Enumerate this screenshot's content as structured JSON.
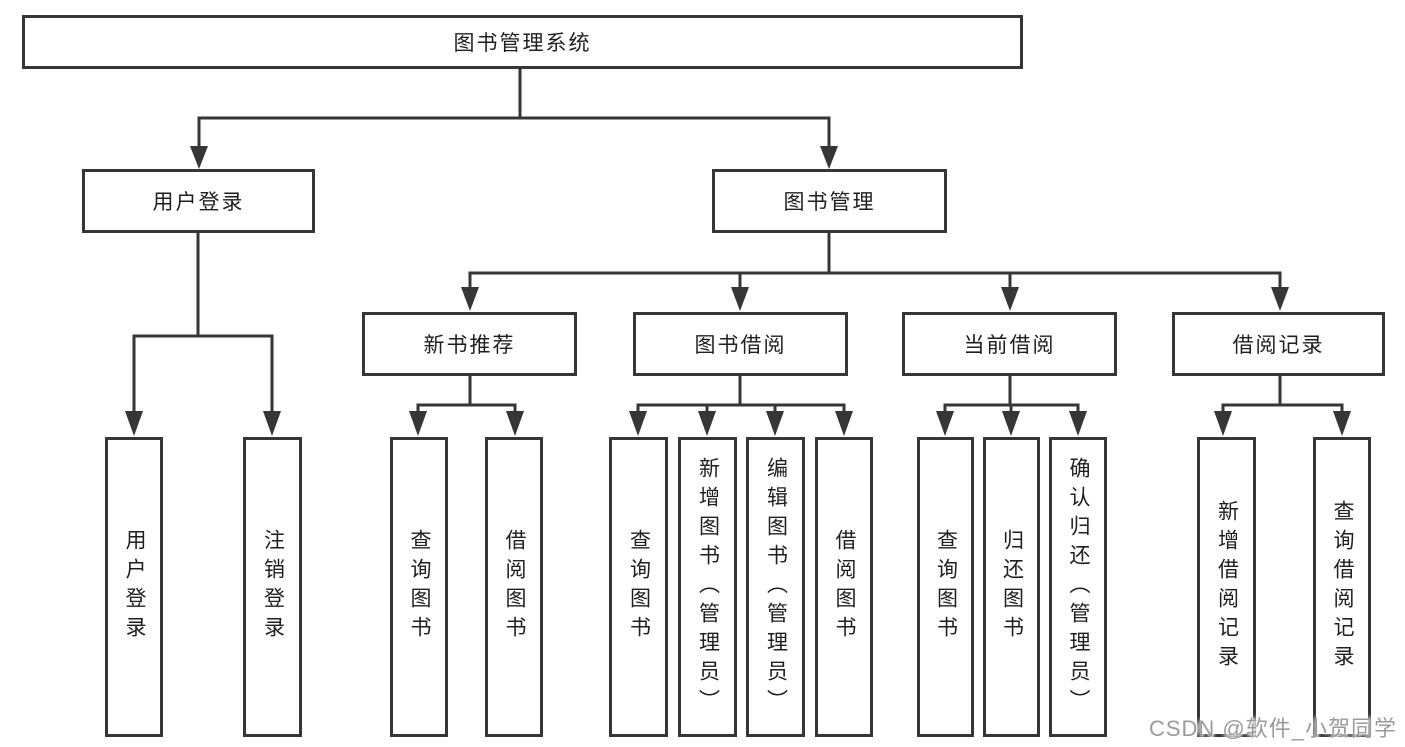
{
  "diagram_type": "tree",
  "tree": {
    "root": {
      "label": "图书管理系统"
    },
    "level2": [
      {
        "label": "用户登录",
        "children": [
          {
            "label": "用户登录"
          },
          {
            "label": "注销登录"
          }
        ]
      },
      {
        "label": "图书管理",
        "children": [
          {
            "label": "新书推荐",
            "children": [
              {
                "label": "查询图书"
              },
              {
                "label": "借阅图书"
              }
            ]
          },
          {
            "label": "图书借阅",
            "children": [
              {
                "label": "查询图书"
              },
              {
                "label": "新增图书（管理员）"
              },
              {
                "label": "编辑图书（管理员）"
              },
              {
                "label": "借阅图书"
              }
            ]
          },
          {
            "label": "当前借阅",
            "children": [
              {
                "label": "查询图书"
              },
              {
                "label": "归还图书"
              },
              {
                "label": "确认归还（管理员）"
              }
            ]
          },
          {
            "label": "借阅记录",
            "children": [
              {
                "label": "新增借阅记录"
              },
              {
                "label": "查询借阅记录"
              }
            ]
          }
        ]
      }
    ]
  },
  "watermark": {
    "text": "CSDN @软件_小贺同学"
  },
  "colors": {
    "background": "#ffffff",
    "line": "#363636",
    "box_border": "#363636",
    "text": "#1f1f1f",
    "watermark": "#9b9b9b"
  }
}
